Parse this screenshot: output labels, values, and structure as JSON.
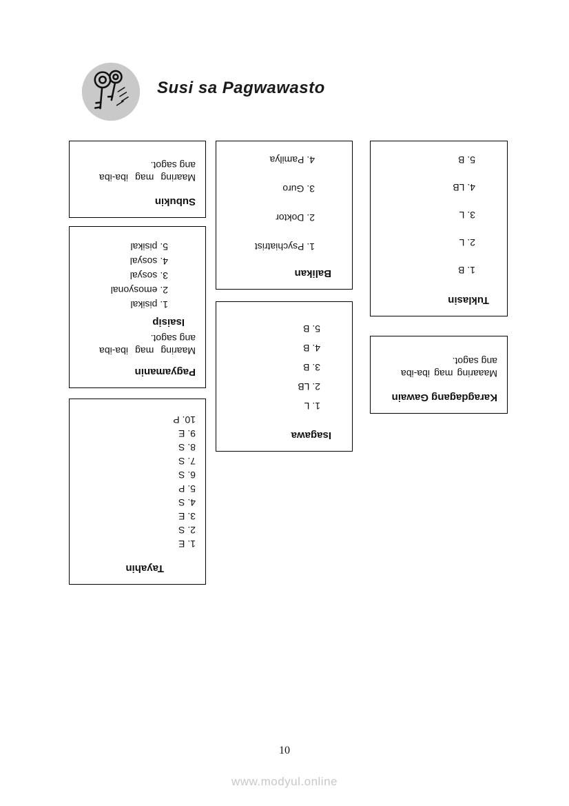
{
  "page": {
    "title": "Susi sa Pagwawasto",
    "page_number": "10",
    "watermark": "www.modyul.online"
  },
  "icons": {
    "keys_icon": "keys-in-gray-circle"
  },
  "colors": {
    "icon_circle_bg": "#c9c9c9",
    "watermark_gray": "#c8c8c8",
    "box_border": "#000000",
    "text": "#111111"
  },
  "boxes": {
    "subukin": {
      "title": "Subukin",
      "note": "Maaring mag iba-iba ang sagot."
    },
    "pagyamanin": {
      "title": "Pagyamanin",
      "note": "Maaring mag iba-iba ang sagot.",
      "subtitle": "Isaisip",
      "items": [
        "1.  pisikal",
        "2.  emosyonal",
        "3.  sosyal",
        "4.  sosyal",
        "5.  pisikal"
      ]
    },
    "tayahin": {
      "title": "Tayahin",
      "items": [
        "1. E",
        "2. S",
        "3. E",
        "4. S",
        "5. P",
        "6. S",
        "7. S",
        "8. S",
        "9. E",
        "10. P"
      ]
    },
    "balikan": {
      "title": "Balikan",
      "items": [
        "1. Psychiatrist",
        "2. Doktor",
        "3. Guro",
        "4. Pamilya"
      ]
    },
    "isagawa": {
      "title": "Isagawa",
      "items": [
        "1. L",
        "2. LB",
        "3. B",
        "4. B",
        "5. B"
      ]
    },
    "tuklasin": {
      "title": "Tuklasin",
      "items": [
        "1. B",
        "2. L",
        "3. L",
        "4. LB",
        "5. B"
      ]
    },
    "karagdagang_gawain": {
      "title": "Karagdagang Gawain",
      "note": "Maaaring mag iba-iba ang sagot."
    }
  }
}
